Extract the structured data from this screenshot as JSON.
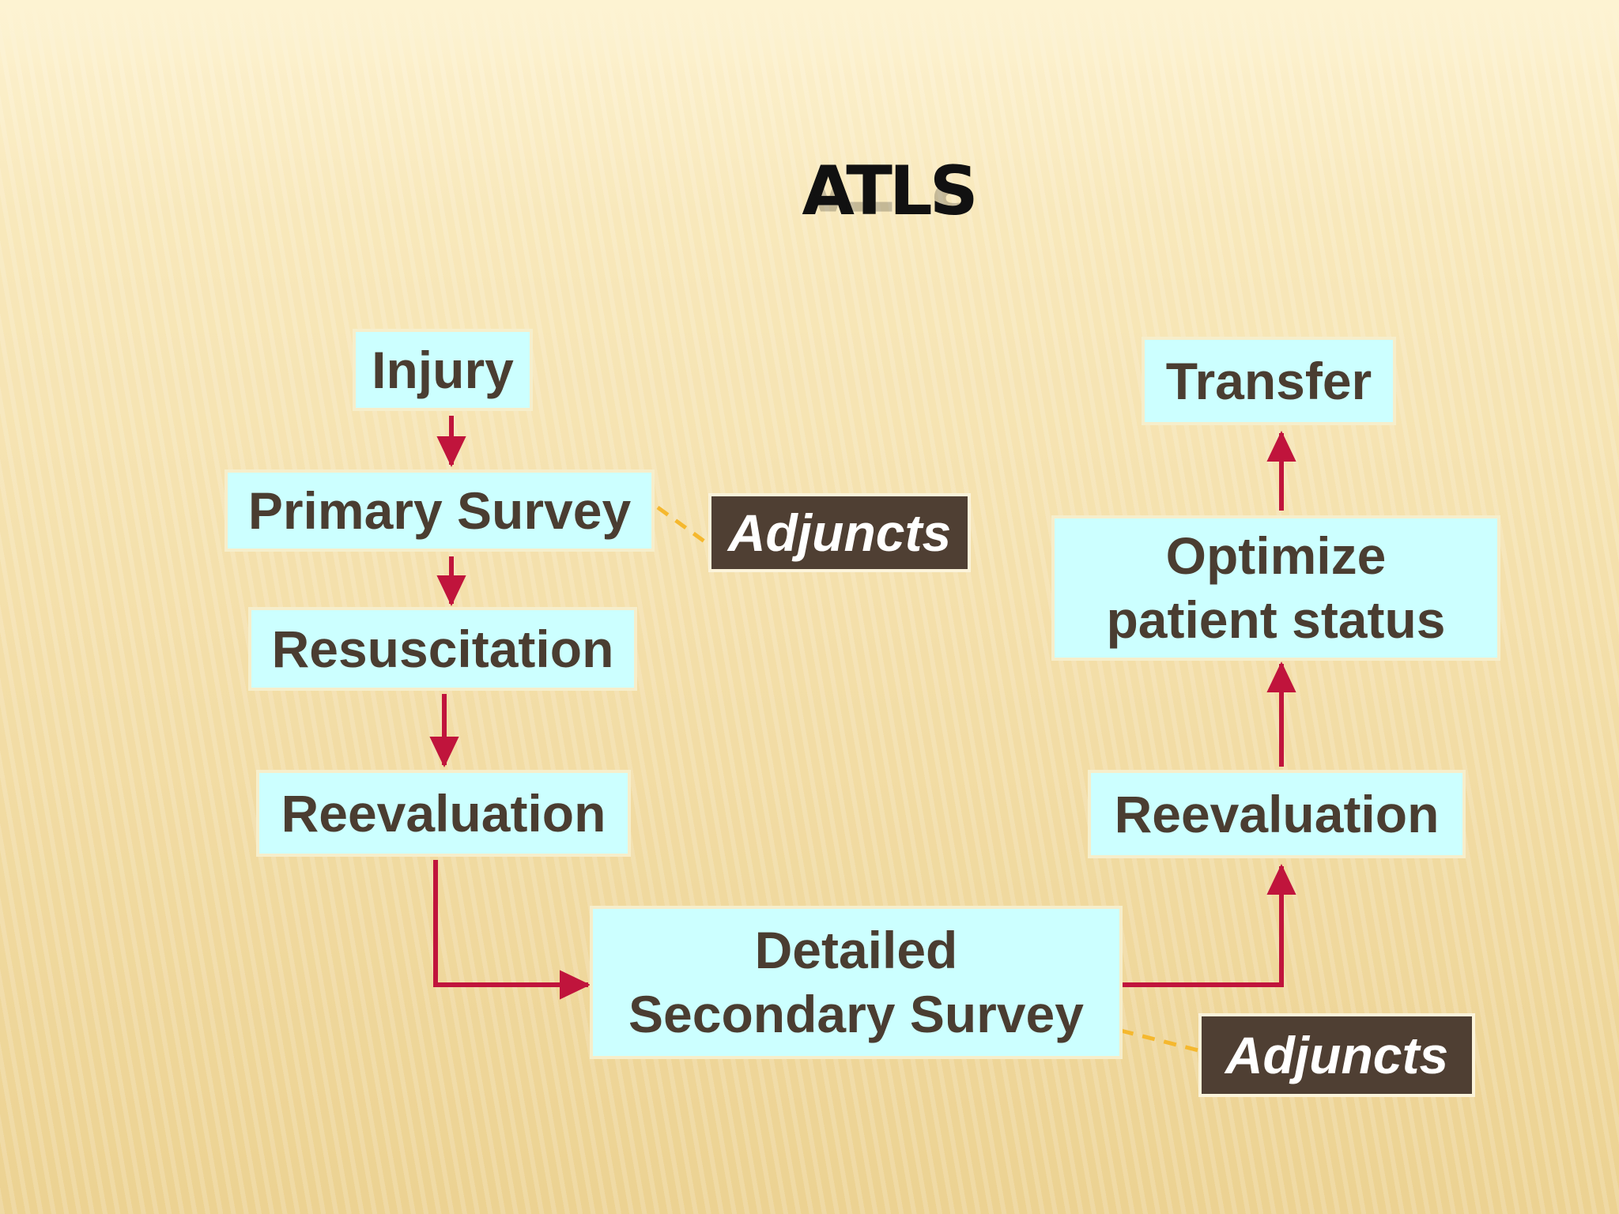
{
  "title": "ATLS",
  "nodes": {
    "injury": "Injury",
    "primary_survey": "Primary Survey",
    "resuscitation": "Resuscitation",
    "reevaluation_left": "Reevaluation",
    "secondary_line1": "Detailed",
    "secondary_line2": "Secondary Survey",
    "reevaluation_right": "Reevaluation",
    "optimize_line1": "Optimize",
    "optimize_line2": "patient status",
    "transfer": "Transfer"
  },
  "adjuncts": {
    "primary": "Adjuncts",
    "secondary": "Adjuncts"
  },
  "colors": {
    "box_fill": "#ccffff",
    "box_text": "#4a3d31",
    "adjunct_fill": "#4f3f33",
    "arrow": "#c0143c",
    "dashed_link": "#f5b82e"
  }
}
